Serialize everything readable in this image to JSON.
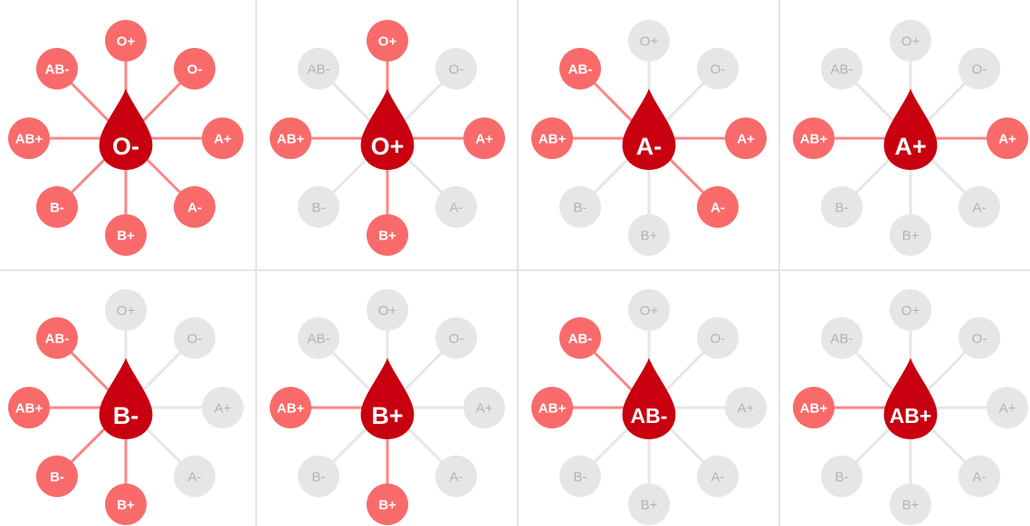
{
  "colors": {
    "drop": "#c8000f",
    "active_node": "#f96b6b",
    "active_line": "#f98686",
    "inactive_node": "#e6e6e6",
    "inactive_line": "#e6e6e6",
    "active_text": "#ffffff",
    "inactive_text": "#b3b3b3",
    "divider": "#e4e4e4"
  },
  "nodes": [
    "O+",
    "O-",
    "A+",
    "A-",
    "B+",
    "B-",
    "AB+",
    "AB-"
  ],
  "panels": [
    {
      "center": "O-",
      "compatible": [
        "O+",
        "O-",
        "A+",
        "A-",
        "B+",
        "B-",
        "AB+",
        "AB-"
      ]
    },
    {
      "center": "O+",
      "compatible": [
        "O+",
        "A+",
        "B+",
        "AB+"
      ]
    },
    {
      "center": "A-",
      "compatible": [
        "A+",
        "A-",
        "AB+",
        "AB-"
      ]
    },
    {
      "center": "A+",
      "compatible": [
        "A+",
        "AB+"
      ]
    },
    {
      "center": "B-",
      "compatible": [
        "B+",
        "B-",
        "AB+",
        "AB-"
      ]
    },
    {
      "center": "B+",
      "compatible": [
        "B+",
        "AB+"
      ]
    },
    {
      "center": "AB-",
      "compatible": [
        "AB+",
        "AB-"
      ]
    },
    {
      "center": "AB+",
      "compatible": [
        "AB+"
      ]
    }
  ]
}
